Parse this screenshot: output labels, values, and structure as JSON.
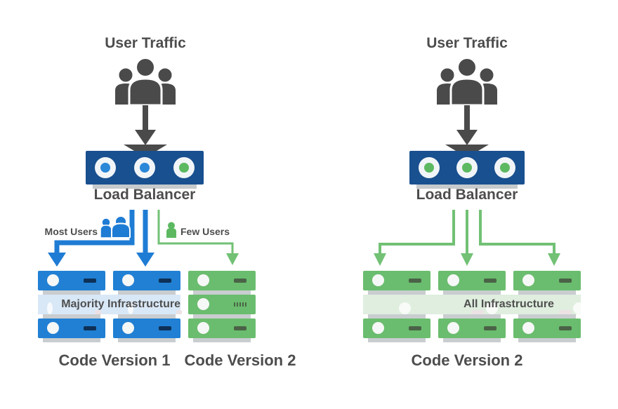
{
  "left": {
    "title": "User Traffic",
    "balancer_label": "Load Balancer",
    "balancer_dots": [
      "blue",
      "blue",
      "green"
    ],
    "branch_most": "Most Users",
    "branch_few": "Few Users",
    "overlay_label": "Majority Infrastructure",
    "label_v1": "Code Version 1",
    "label_v2": "Code Version 2"
  },
  "right": {
    "title": "User Traffic",
    "balancer_label": "Load Balancer",
    "balancer_dots": [
      "green",
      "green",
      "green"
    ],
    "overlay_label": "All Infrastructure",
    "label_v2": "Code Version 2"
  },
  "colors": {
    "dark_gray": "#4a4a4a",
    "navy_balancer": "#19508f",
    "server_blue": "#2180d3",
    "server_green": "#6abd6e",
    "arrow_blue": "#1f7cd4",
    "arrow_green": "#72c175",
    "pale_blue_band": "#d9e8f7",
    "pale_green_band": "#dfeede",
    "shadow_gray": "#c9cdd0"
  }
}
